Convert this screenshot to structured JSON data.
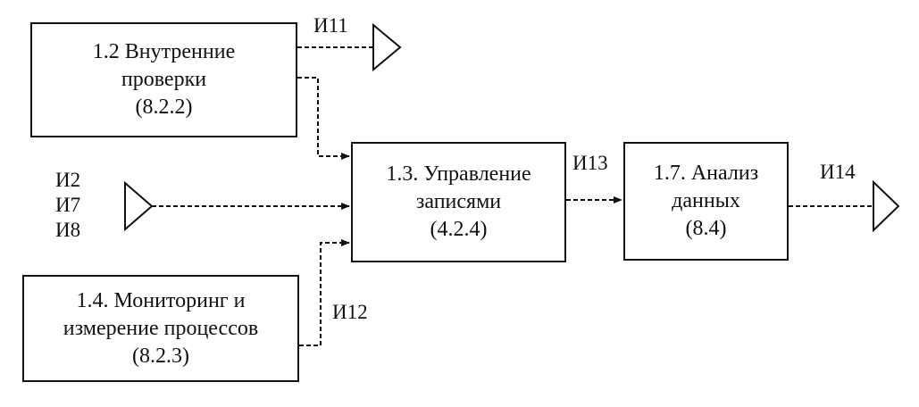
{
  "boxes": {
    "internal_audits": {
      "line1": "1.2 Внутренние",
      "line2": "проверки",
      "line3": "(8.2.2)"
    },
    "records_management": {
      "line1": "1.3. Управление",
      "line2": "записями",
      "line3": "(4.2.4)"
    },
    "data_analysis": {
      "line1": "1.7. Анализ",
      "line2": "данных",
      "line3": "(8.4)"
    },
    "monitoring": {
      "line1": "1.4. Мониторинг и",
      "line2": "измерение процессов",
      "line3": "(8.2.3)"
    }
  },
  "flows": {
    "i11": "И11",
    "i12": "И12",
    "i13": "И13",
    "i14": "И14",
    "inputs": [
      "И2",
      "И7",
      "И8"
    ]
  },
  "colors": {
    "line": "#111111",
    "background": "#ffffff"
  }
}
